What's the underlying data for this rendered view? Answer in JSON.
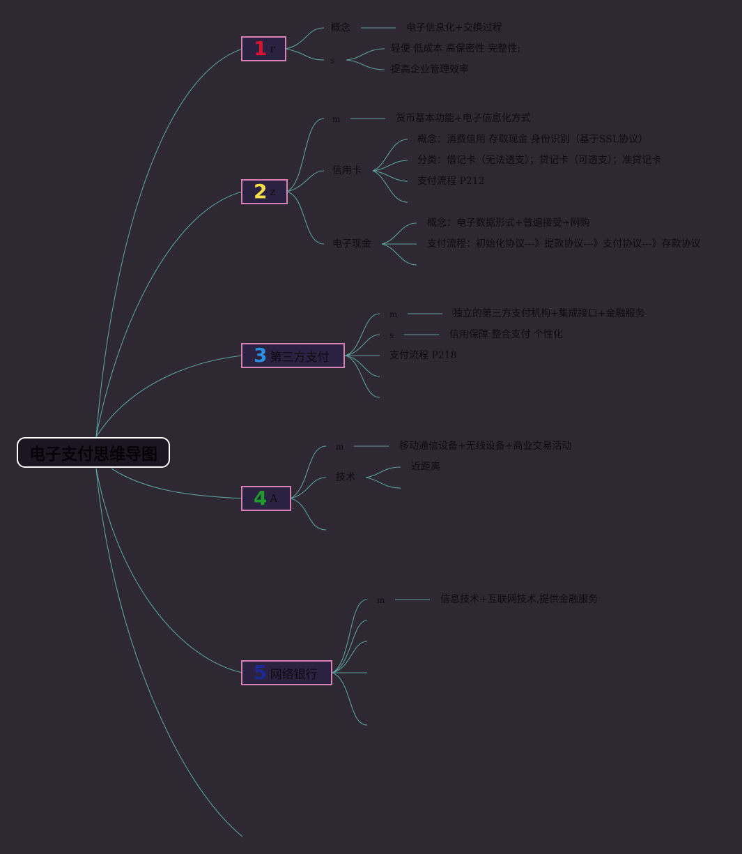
{
  "title": "电子支付思维导图",
  "colors": {
    "background": "#2d2831",
    "line": "#5f9f9f",
    "branch_border": "#d881b4",
    "badge1": "#d8112d",
    "badge2": "#f5e04a",
    "badge3": "#2b8fe0",
    "badge4": "#1f9a2b",
    "badge5": "#1b2a90"
  },
  "branches": [
    {
      "number": "1",
      "label": "r",
      "children": [
        {
          "label": "概念",
          "details": [
            "电子信息化+交换过程"
          ]
        },
        {
          "label": "s",
          "details": [
            "轻便 低成本 高保密性 完整性;",
            "提高企业管理效率"
          ]
        }
      ]
    },
    {
      "number": "2",
      "label": "z",
      "children": [
        {
          "label": "m",
          "details": [
            "货币基本功能+电子信息化方式"
          ]
        },
        {
          "label": "信用卡",
          "details": [
            "概念：消费信用 存取现金 身份识别（基于SSL协议）",
            "分类：借记卡（无法透支）；贷记卡（可透支）；准贷记卡",
            "支付流程 P212"
          ]
        },
        {
          "label": "电子现金",
          "details": [
            "概念：电子数据形式+普遍接受+网购",
            "支付流程：初始化协议---》提款协议---》支付协议---》存款协议"
          ]
        }
      ]
    },
    {
      "number": "3",
      "label": "第三方支付",
      "children": [
        {
          "label": "m",
          "details": [
            "独立的第三方支付机构+集成接口+金融服务"
          ]
        },
        {
          "label": "s",
          "details": [
            "信用保障 整合支付 个性化"
          ]
        },
        {
          "label": "支付流程 P218",
          "details": []
        }
      ]
    },
    {
      "number": "4",
      "label": "A",
      "children": [
        {
          "label": "m",
          "details": [
            "移动通信设备+无线设备+商业交易活动"
          ]
        },
        {
          "label": "技术",
          "details": [
            "近距离"
          ]
        }
      ]
    },
    {
      "number": "5",
      "label": "网络银行",
      "children": [
        {
          "label": "m",
          "details": [
            "信息技术+互联网技术,提供金融服务"
          ]
        }
      ]
    }
  ]
}
